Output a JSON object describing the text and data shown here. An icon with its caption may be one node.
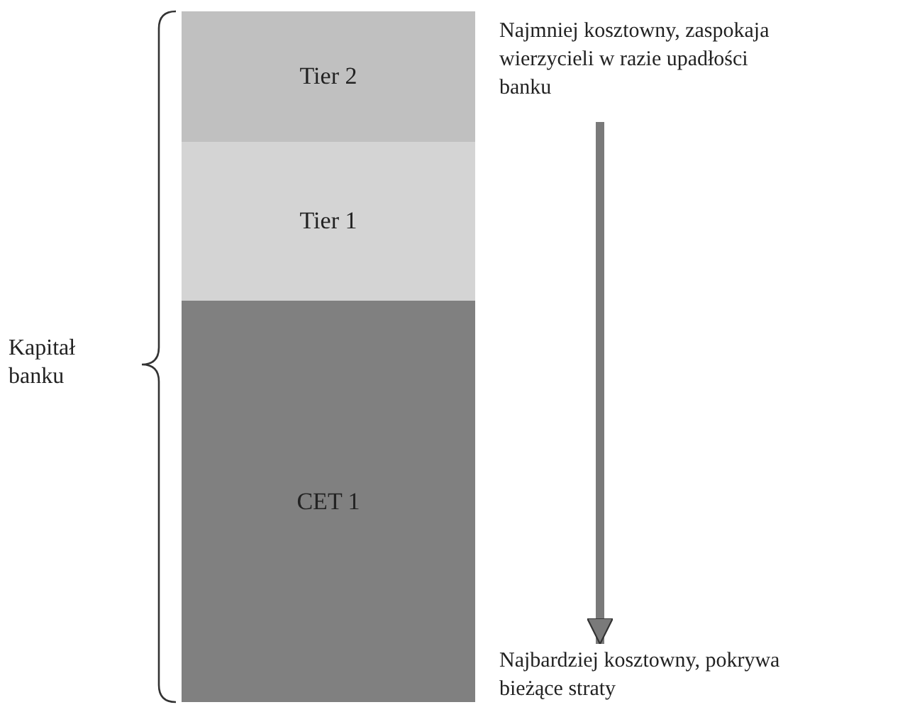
{
  "diagram": {
    "nodes": [
      {
        "text": [
          "Tier 2"
        ]
      },
      {
        "text": [
          "Tier 1"
        ]
      },
      {
        "text": [
          "CET 1"
        ]
      },
      {
        "text": [
          "Najmniej kosztowny, zaspokaja wierzycieli w razie upadłości banku"
        ]
      },
      {
        "text": [
          "Najbardziej kosztowny, pokrywa bieżące straty"
        ]
      }
    ],
    "edges": [
      {
        "from": 3,
        "to": 4,
        "arrow": "to"
      }
    ],
    "labels": [
      "Kapitał banku"
    ]
  }
}
